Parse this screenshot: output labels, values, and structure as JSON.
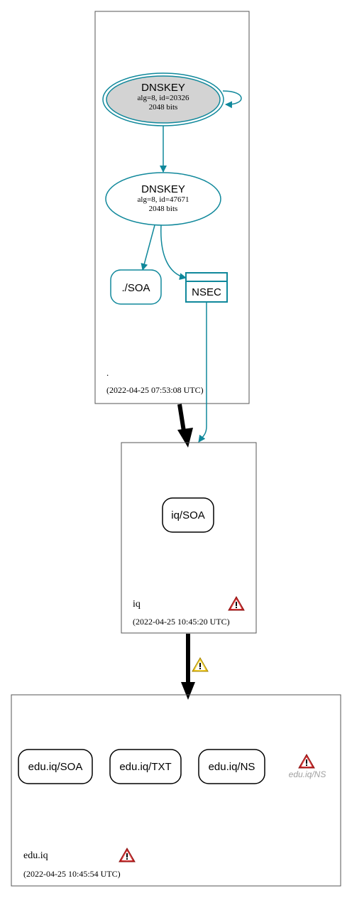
{
  "zones": {
    "root": {
      "name": ".",
      "timestamp": "(2022-04-25 07:53:08 UTC)",
      "ksk": {
        "title": "DNSKEY",
        "detail": "alg=8, id=20326",
        "size": "2048 bits"
      },
      "zsk": {
        "title": "DNSKEY",
        "detail": "alg=8, id=47671",
        "size": "2048 bits"
      },
      "soa": "./SOA",
      "nsec": "NSEC"
    },
    "iq": {
      "name": "iq",
      "timestamp": "(2022-04-25 10:45:20 UTC)",
      "soa": "iq/SOA"
    },
    "edu_iq": {
      "name": "edu.iq",
      "timestamp": "(2022-04-25 10:45:54 UTC)",
      "soa": "edu.iq/SOA",
      "txt": "edu.iq/TXT",
      "ns": "edu.iq/NS",
      "missing_ns": "edu.iq/NS"
    }
  },
  "colors": {
    "link": "#10889b",
    "ksk_fill": "#d3d3d3",
    "error": "#cc2222",
    "warning": "#f2c81a",
    "delegation": "#000000",
    "border": "#555555"
  },
  "icons": {
    "error": "error-triangle-icon",
    "warning": "warning-triangle-icon"
  }
}
